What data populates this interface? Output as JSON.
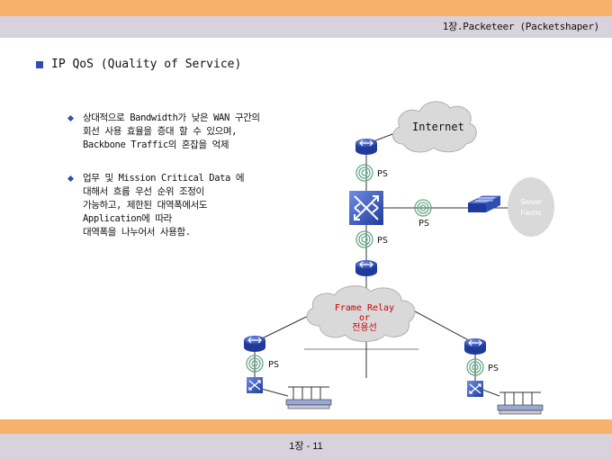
{
  "header": {
    "chapter": "1장.Packeteer (Packetshaper)"
  },
  "slide": {
    "title": "IP QoS (Quality of Service)",
    "bullets": [
      {
        "lines": [
          "상대적으로 Bandwidth가 낮은 WAN 구간의",
          "회선 사용 효율을 증대 할 수 있으며,",
          "Backbone Traffic의 혼잡을 억제"
        ]
      },
      {
        "lines": [
          "업무 및 Mission Critical Data 에",
          "대해서 흐름 우선 순위 조정이",
          "가능하고, 제한된 대역폭에서도",
          "Application에 따라",
          "대역폭을 나누어서 사용함."
        ]
      }
    ]
  },
  "diagram": {
    "internet_label": "Internet",
    "server_farm_label": [
      "Server",
      "Farms"
    ],
    "frame_relay_label": [
      "Frame Relay",
      "or",
      "전용선"
    ],
    "ps_label": "PS",
    "accent_color": "#2f4fb0",
    "cloud_color": "#d9d9d9",
    "frame_relay_text_color": "#cc0000"
  },
  "footer": {
    "page_number": "1장 - 11"
  }
}
